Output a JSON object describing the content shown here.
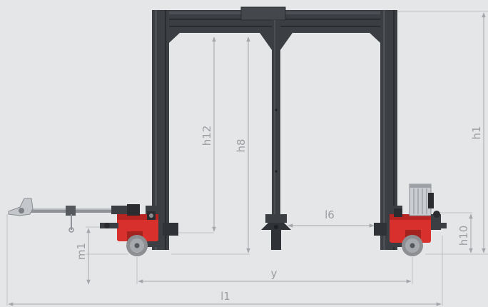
{
  "diagram": {
    "labels": {
      "h12": "h12",
      "h8": "h8",
      "h1": "h1",
      "l6": "l6",
      "m1": "m1",
      "h10": "h10",
      "y": "y",
      "l1": "l1"
    },
    "colors": {
      "background": "#e4e6e7",
      "frame": "#3b3e43",
      "frame_dark": "#2a2c30",
      "accent_red": "#d8302c",
      "dimension_line": "#a4a8ac",
      "wheel": "#8d8f93"
    }
  }
}
